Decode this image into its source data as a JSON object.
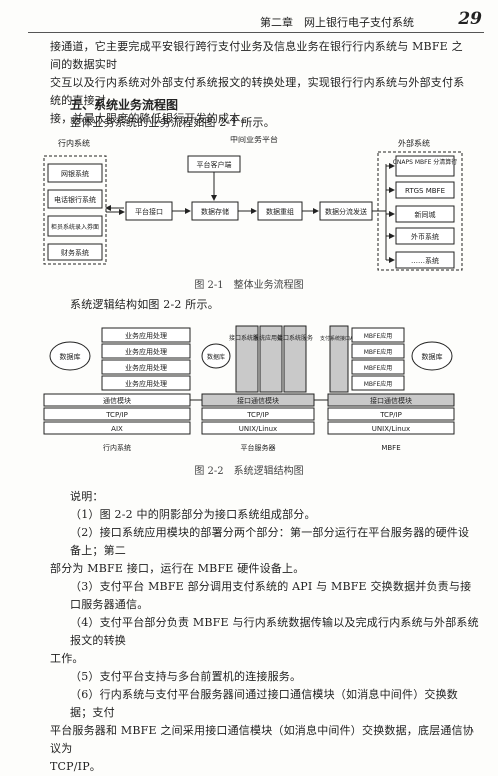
{
  "header": {
    "chapter": "第二章　网上银行电子支付系统",
    "page": "29"
  },
  "intro": [
    "接通道，它主要完成平安银行跨行支付业务及信息业务在银行行内系统与 MBFE 之间的数据实时",
    "交互以及行内系统对外部支付系统报文的转换处理，实现银行行内系统与外部支付系统的直接对",
    "接，并最大限度的降低银行开发的成本。"
  ],
  "section_title": "五、系统业务流程图",
  "flow_intro": "整体业务系统的业务流程如图 2-1 所示。",
  "fig1": {
    "col_left": "行内系统",
    "col_mid": "中间业务平台",
    "col_right": "外部系统",
    "left_items": [
      "网银系统",
      "电话银行系统",
      "柜员系统录入券面",
      "财务系统"
    ],
    "platform_client": "平台客户端",
    "platform_iface": "平台接口",
    "store": "数据存储",
    "recon": "数据重组",
    "dispatch": "数据分流发送",
    "right_items": [
      "CNAPS MBFE 分清算行",
      "RTGS MBFE",
      "新同城",
      "外币系统",
      "……系统"
    ],
    "caption": "图 2-1　整体业务流程图"
  },
  "logic_intro": "系统逻辑结构如图 2-2 所示。",
  "fig2": {
    "db": "数据库",
    "biz": [
      "业务应用处理",
      "业务应用处理",
      "业务应用处理",
      "业务应用处理"
    ],
    "comm": "通信模块",
    "iface_comm": "接口通信模块",
    "tcp": "TCP/IP",
    "aix": "AIX",
    "unix": "UNIX/Linux",
    "svc": [
      "接口系统服务",
      "系统应用处理",
      "接口系统服务"
    ],
    "api": "支付系统接口API",
    "mbfe_apps": [
      "MBFE应用",
      "MBFE应用",
      "MBFE应用",
      "MBFE应用"
    ],
    "foot": [
      "行内系统",
      "平台服务器",
      "MBFE"
    ],
    "caption": "图 2-2　系统逻辑结构图"
  },
  "notes_title": "说明：",
  "notes": [
    "（1）图 2-2 中的阴影部分为接口系统组成部分。",
    "（2）接口系统应用模块的部署分两个部分：第一部分运行在平台服务器的硬件设备上；第二",
    "部分为 MBFE 接口，运行在 MBFE 硬件设备上。",
    "（3）支付平台 MBFE 部分调用支付系统的 API 与 MBFE 交换数据并负责与接口服务器通信。",
    "（4）支付平台部分负责 MBFE 与行内系统数据传输以及完成行内系统与外部系统报文的转换",
    "工作。",
    "（5）支付平台支持与多台前置机的连接服务。",
    "（6）行内系统与支付平台服务器间通过接口通信模块（如消息中间件）交换数据；支付",
    "平台服务器和 MBFE 之间采用接口通信模块（如消息中间件）交换数据，底层通信协议为",
    "TCP/IP。"
  ]
}
